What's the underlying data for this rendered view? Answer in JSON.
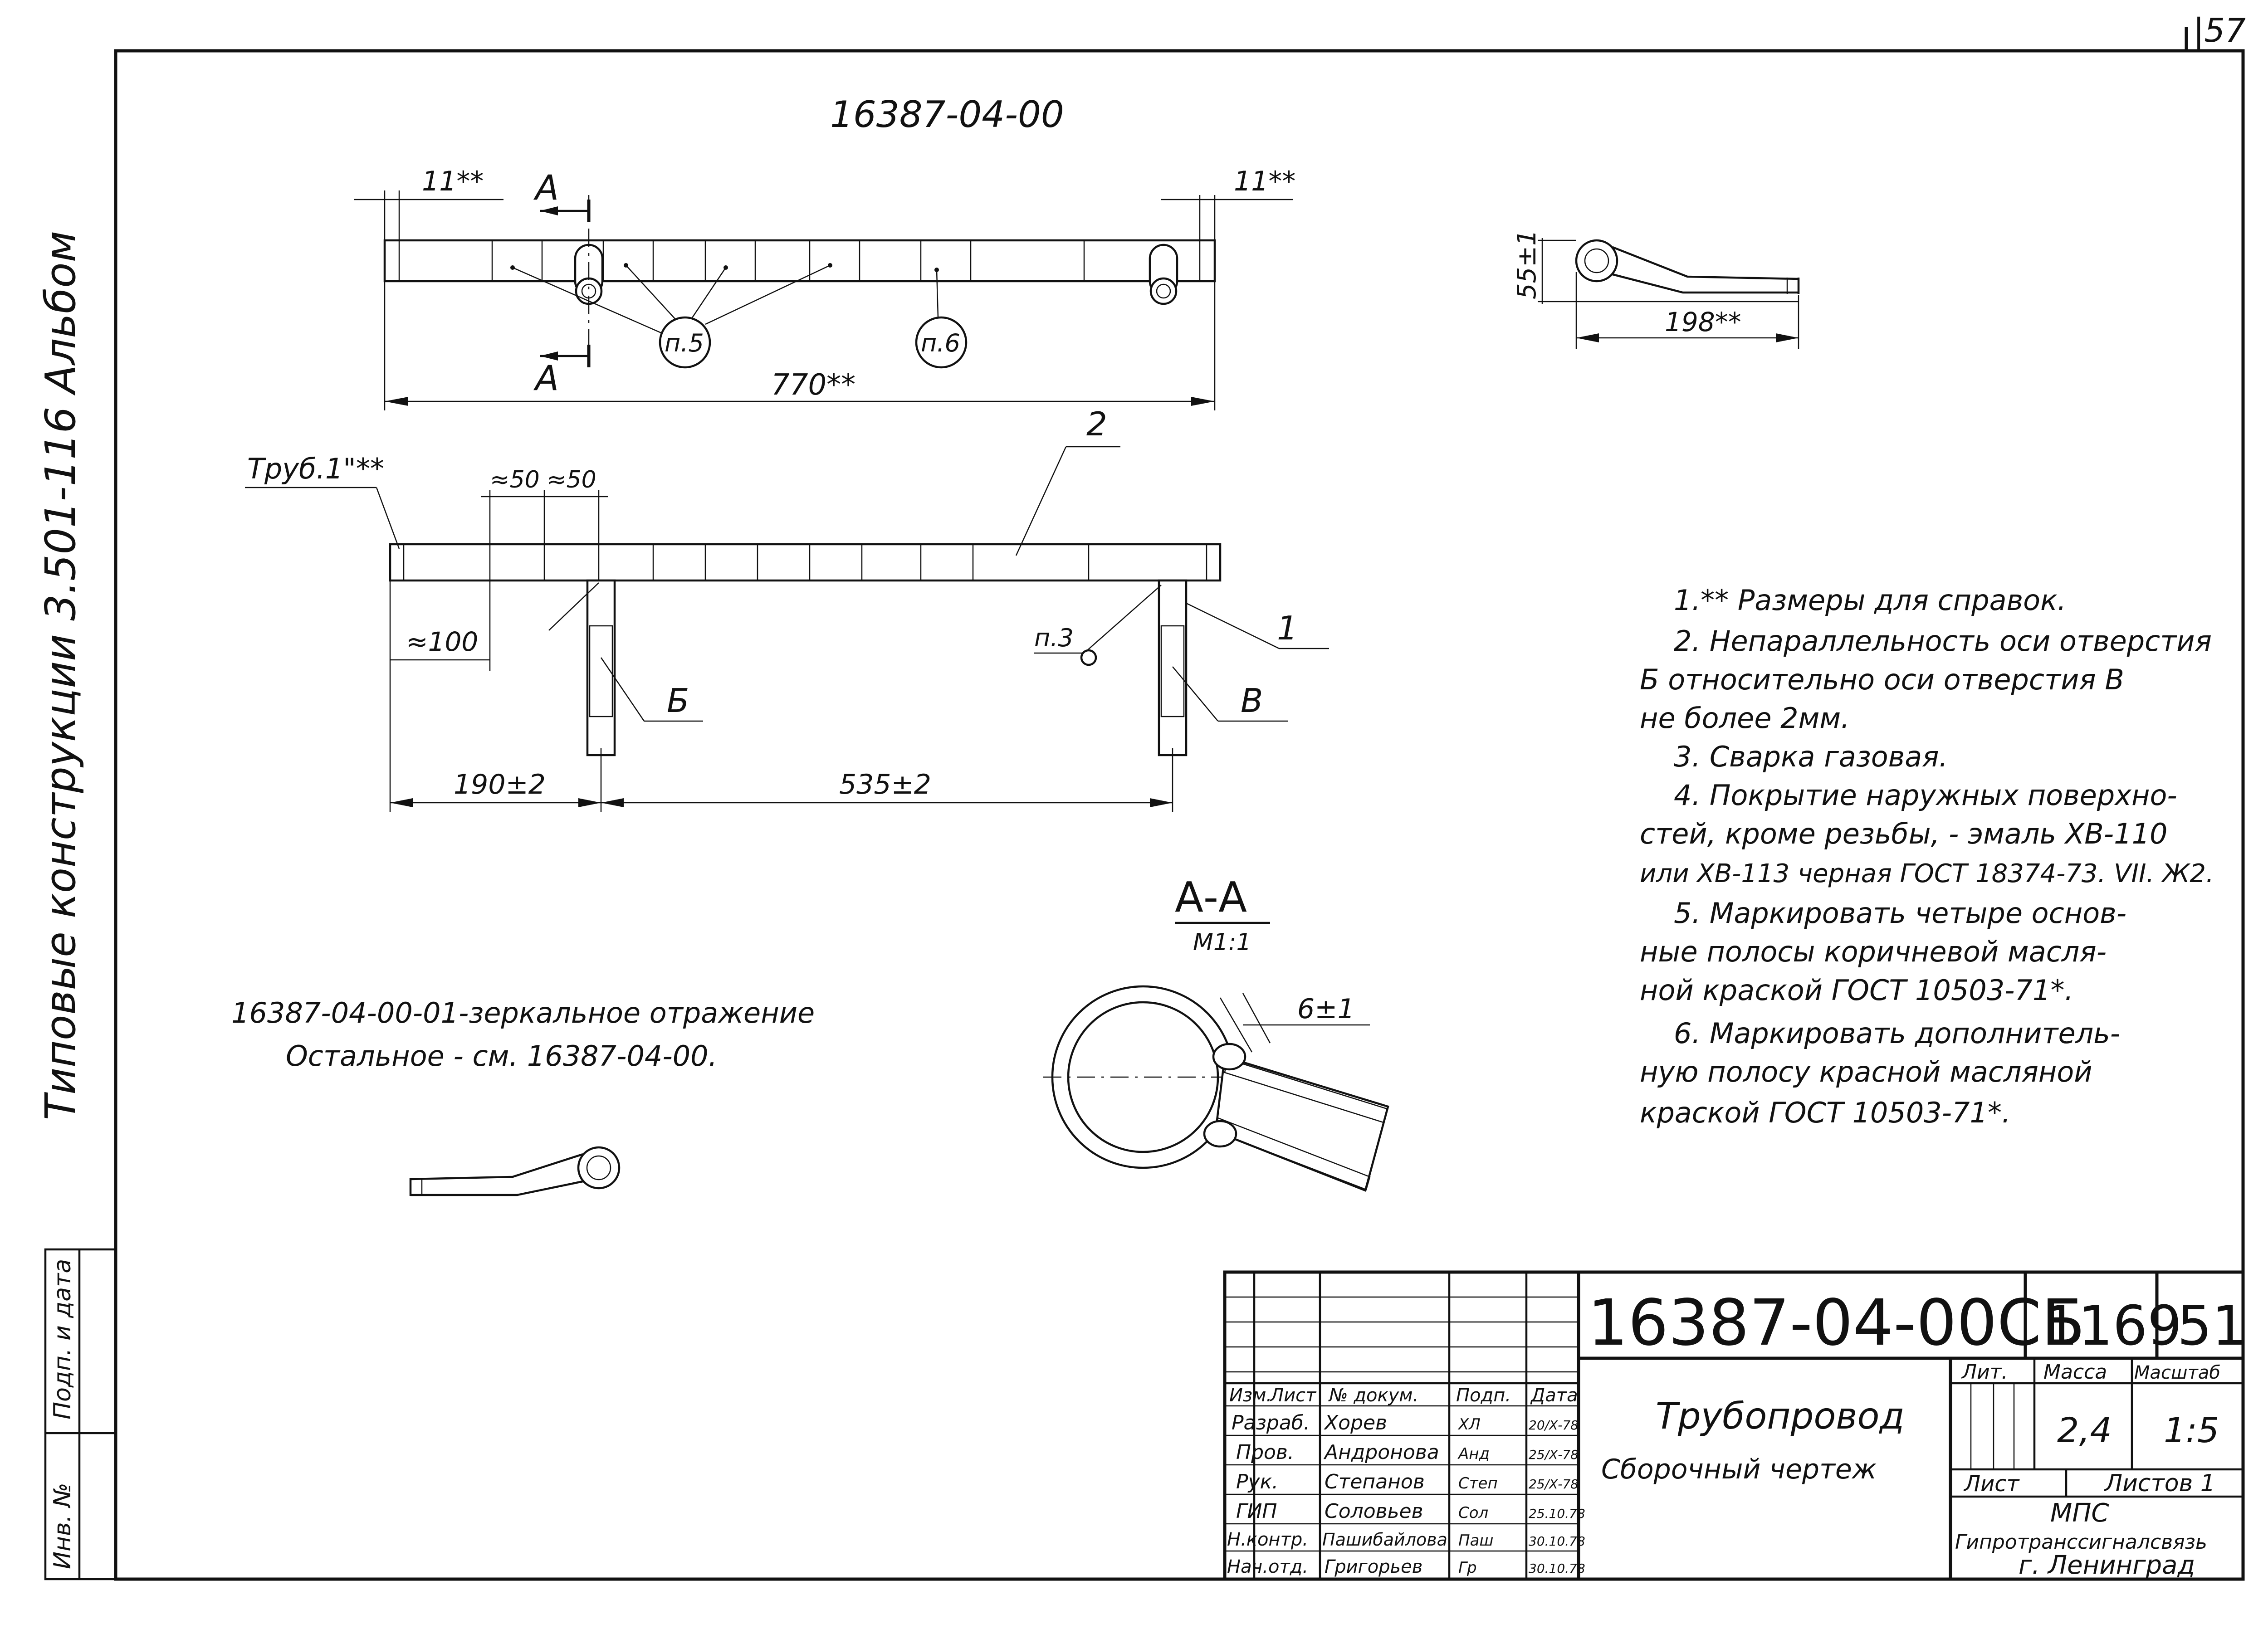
{
  "drawing": {
    "top_designation": "16387-04-00",
    "page_corner_number": "|57",
    "side_label": "Типовые конструкции 3.501-116 Альбом"
  },
  "top_view": {
    "dim_left": "11**",
    "dim_right": "11**",
    "section_letter_top": "A",
    "section_letter_bottom": "A",
    "callout_1": "п.5",
    "callout_2": "п.6",
    "dim_length": "770**"
  },
  "side_view_small": {
    "dim_height": "55±1",
    "dim_length": "198**"
  },
  "front_view": {
    "pipe_label": "Труб.1\"**",
    "part_2": "2",
    "pitch_1": "≈50",
    "pitch_2": "≈50",
    "dim_100": "≈100",
    "callout_p3": "п.3",
    "part_1": "1",
    "letter_b": "Б",
    "letter_v": "В",
    "dim_190": "190±2",
    "dim_535": "535±2"
  },
  "section_view": {
    "title": "А-А",
    "scale": "М1:1",
    "dim_weld": "6±1"
  },
  "mirror_note": {
    "line_1": "16387-04-00-01-зеркальное отражение",
    "line_2": "Остальное - см. 16387-04-00."
  },
  "notes": [
    "1.** Размеры для справок.",
    "2. Непараллельность оси отверстия",
    "Б относительно оси отверстия В",
    "не более 2мм.",
    "3. Сварка газовая.",
    "4. Покрытие наружных поверхно-",
    "стей, кроме резьбы, - эмаль ХВ-110",
    "или ХВ-113 черная ГОСТ 18374-73. VII. Ж2.",
    "5. Маркировать четыре основ-",
    "ные полосы коричневой масля-",
    "ной краской ГОСТ 10503-71*.",
    "6. Маркировать дополнитель-",
    "ную полосу красной масляной",
    "краской ГОСТ 10503-71*."
  ],
  "left_stamp": {
    "inv_no": "Инв. №",
    "sign_date": "Подп. и дата"
  },
  "title_block": {
    "designation": "16387-04-00СБ",
    "sheet_code": "1169",
    "sheet_code_2": "51",
    "name_line_1": "Трубопровод",
    "name_line_2": "Сборочный чертеж",
    "lit_label": "Лит.",
    "mass_label": "Масса",
    "scale_label": "Масштаб",
    "mass_value": "2,4",
    "scale_value": "1:5",
    "sheet_label": "Лист",
    "sheets_label": "Листов 1",
    "org_1": "МПС",
    "org_2": "Гипротранссигналсвязь",
    "org_3": "г. Ленинград",
    "header": {
      "izm": "Изм.",
      "list": "Лист",
      "doc": "№ докум.",
      "sign": "Подп.",
      "date": "Дата"
    },
    "rows": [
      {
        "role": "Разраб.",
        "name": "Хорев",
        "sign": "ХЛ",
        "date": "20/Х-78"
      },
      {
        "role": "Пров.",
        "name": "Андронова",
        "sign": "Анд",
        "date": "25/Х-78"
      },
      {
        "role": "Рук.",
        "name": "Степанов",
        "sign": "Степ",
        "date": "25/Х-78"
      },
      {
        "role": "ГИП",
        "name": "Соловьев",
        "sign": "Сол",
        "date": "25.10.78"
      },
      {
        "role": "Н.контр.",
        "name": "Пашибайлова",
        "sign": "Паш",
        "date": "30.10.78"
      },
      {
        "role": "Нач.отд.",
        "name": "Григорьев",
        "sign": "Гр",
        "date": "30.10.78"
      }
    ]
  }
}
